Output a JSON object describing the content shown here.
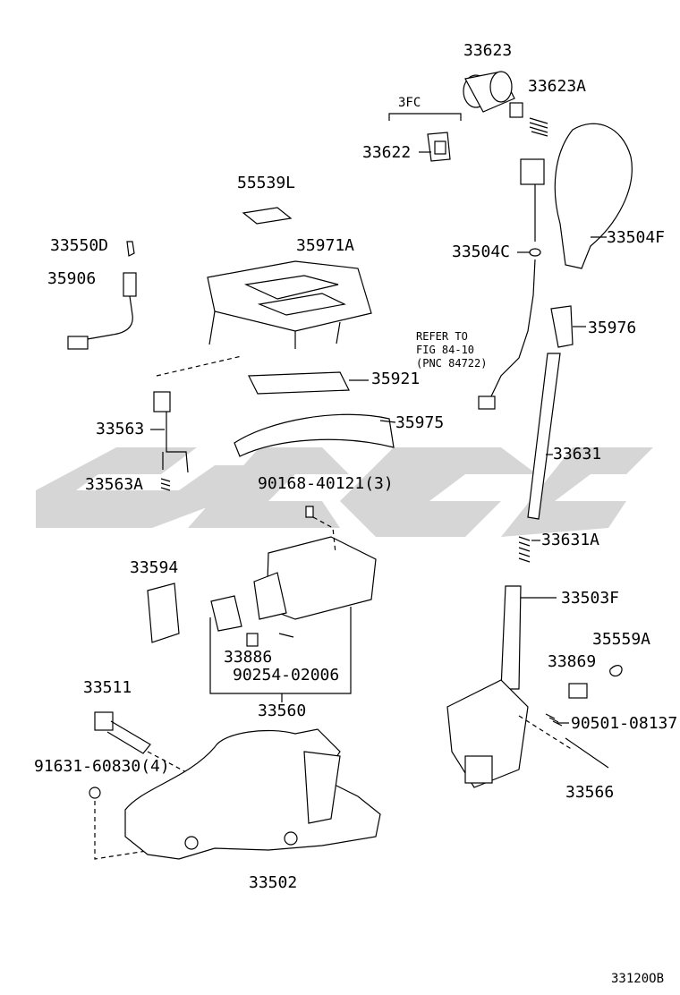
{
  "figure_code": "33120OB",
  "watermark": {
    "color": "#cfcfcf",
    "opacity": 0.85
  },
  "note": {
    "line1": "REFER TO",
    "line2": "FIG 84-10",
    "line3": "(PNC 84722)"
  },
  "group_label": "3FC",
  "parts": {
    "p33623": "33623",
    "p33623A": "33623A",
    "p33622": "33622",
    "p55539L": "55539L",
    "p33550D": "33550D",
    "p35906": "35906",
    "p35971A": "35971A",
    "p33504C": "33504C",
    "p33504F": "33504F",
    "p35976": "35976",
    "p35921": "35921",
    "p35975": "35975",
    "p33563": "33563",
    "p33563A": "33563A",
    "p90168": "90168-40121(3)",
    "p33631": "33631",
    "p33631A": "33631A",
    "p33594": "33594",
    "p33503F": "33503F",
    "p35559A": "35559A",
    "p33869": "33869",
    "p33886": "33886",
    "p90254": "90254-02006",
    "p33511": "33511",
    "p33560": "33560",
    "p90501": "90501-08137",
    "p91631": "91631-60830(4)",
    "p33566": "33566",
    "p33502": "33502"
  }
}
